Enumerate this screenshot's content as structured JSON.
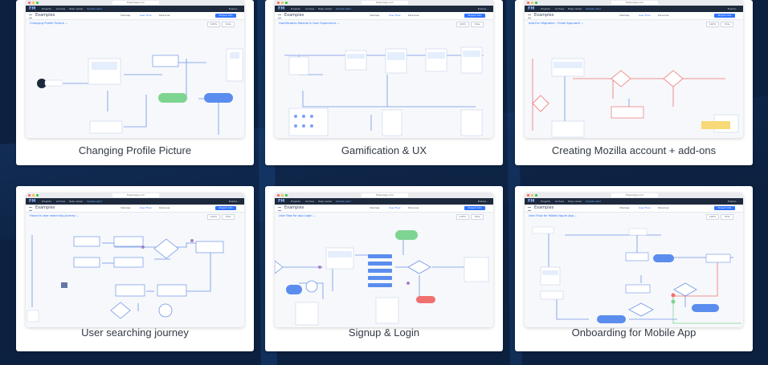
{
  "browser": {
    "url": "flowmapp.com"
  },
  "app": {
    "logo": "FM",
    "nav": [
      "Projects",
      "Archive",
      "Help center",
      "Update alert"
    ],
    "user": "Examp...",
    "project_title": "Examples",
    "tabs": [
      "Sitemap",
      "User Flow",
      "Personas"
    ],
    "project_info_label": "Project info",
    "zoom": "100%",
    "hide_label": "Hide"
  },
  "colors": {
    "accent": "#2f73ff",
    "green": "#7ed491",
    "blue": "#5b8dee",
    "red": "#f07070",
    "yellow": "#f8d977"
  },
  "cards": [
    {
      "caption": "Changing Profile Picture",
      "flow_title": "Changing Profile Picture ⌄"
    },
    {
      "caption": "Gamification & UX",
      "flow_title": "Gamification Module & User Experience ⌄"
    },
    {
      "caption": "Creating Mozilla account + add-ons",
      "flow_title": "Add-Fun Migration · Email Approach ⌄"
    },
    {
      "caption": "User searching journey",
      "flow_title": "Hound's user searching journey ⌄"
    },
    {
      "caption": "Signup & Login",
      "flow_title": "User flow for app Login ⌄"
    },
    {
      "caption": "Onboarding for Mobile App",
      "flow_title": "User Flow for Mobile Apple App ⌄"
    }
  ]
}
